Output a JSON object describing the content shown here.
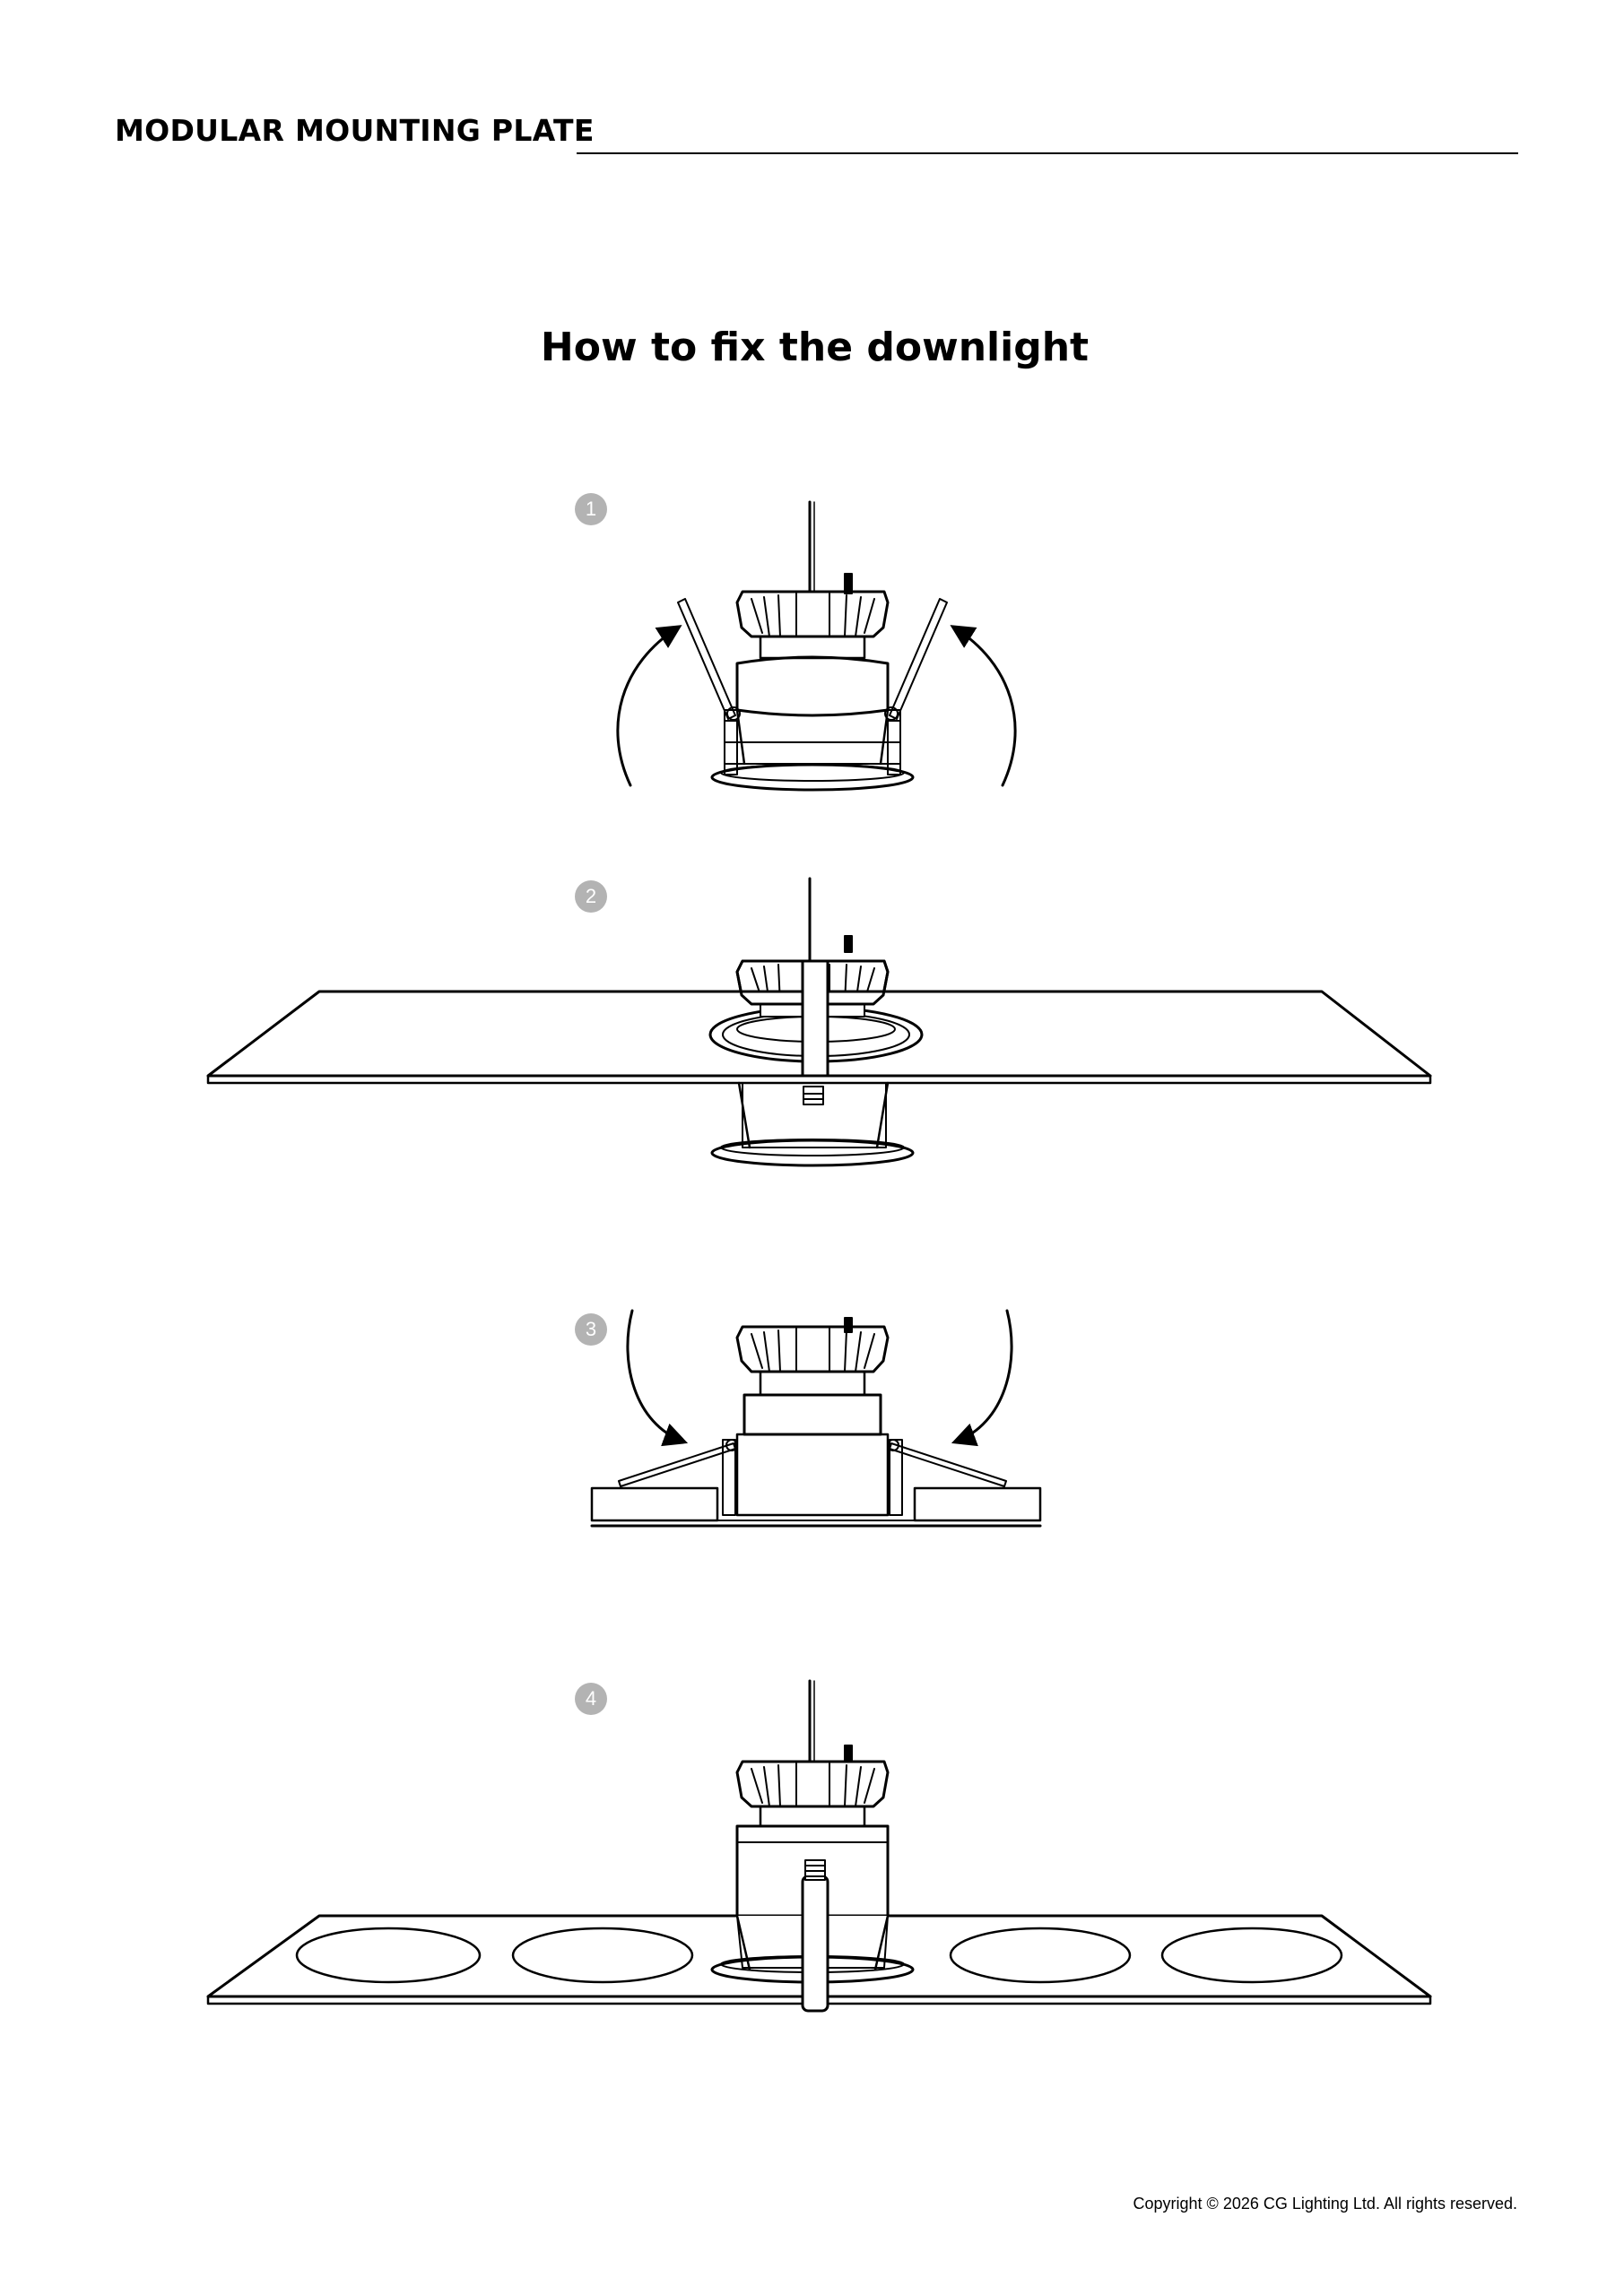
{
  "header": {
    "title": "MODULAR MOUNTING PLATE"
  },
  "heading": "How to fix the downlight",
  "steps": [
    {
      "number": "1"
    },
    {
      "number": "2"
    },
    {
      "number": "3"
    },
    {
      "number": "4"
    }
  ],
  "footer": {
    "copyright": "Copyright © 2026 CG Lighting Ltd. All rights reserved."
  }
}
